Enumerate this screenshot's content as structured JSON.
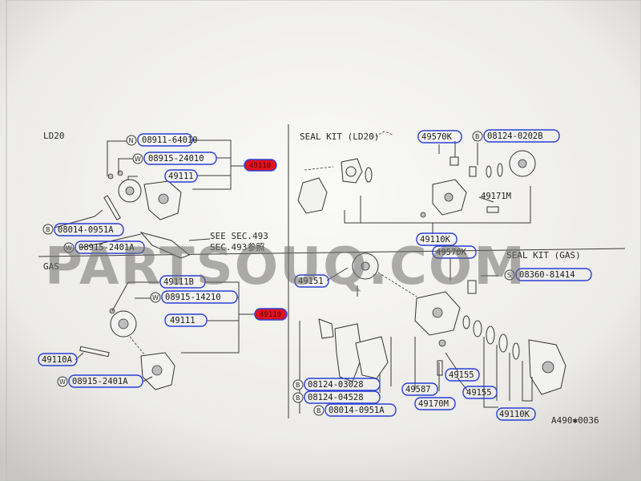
{
  "sections": {
    "ld20": "LD20",
    "gas": "GAS",
    "seal_kit_ld20": "SEAL KIT (LD20)",
    "seal_kit_gas": "SEAL KIT (GAS)"
  },
  "notes": {
    "see_sec": "SEE SEC.493",
    "sec_jp": "SEC.493参照"
  },
  "watermark": "PARTSOUQ.COM",
  "diagram_code": "A490✱0036",
  "prefixes": {
    "n": "N",
    "w": "W",
    "b": "B",
    "s": "S"
  },
  "parts": {
    "ld20_n_bolt": "08911-64010",
    "ld20_w_washer": "08915-24010",
    "ld20_pulley": "49111",
    "ld20_pump_hot": "49110",
    "ld20_b_bolt": "08014-0951A",
    "ld20_w_washer2": "08915-2401A",
    "gas_pulley_b": "49111B",
    "gas_w_washer": "08915-14210",
    "gas_pulley": "49111",
    "gas_pump_hot": "49110",
    "gas_bracket": "49110A",
    "gas_w_washer2": "08915-2401A",
    "seal_ld20_kit": "49570K",
    "seal_ld20_b": "08124-0202B",
    "seal_ld20_valve": "49171M",
    "seal_ld20_pump": "49110K",
    "gas_pulley_151": "49151",
    "seal_gas_kit": "49570K",
    "seal_gas_s": "08360-81414",
    "gas_b1": "08124-03028",
    "gas_b2": "08124-04528",
    "gas_b3": "08014-0951A",
    "gas_587": "49587",
    "gas_155a": "49155",
    "gas_155b": "49155",
    "gas_170m": "49170M",
    "gas_110k": "49110K"
  },
  "colors": {
    "callout": "#2a3fd6",
    "highlight": "#e0121f"
  }
}
